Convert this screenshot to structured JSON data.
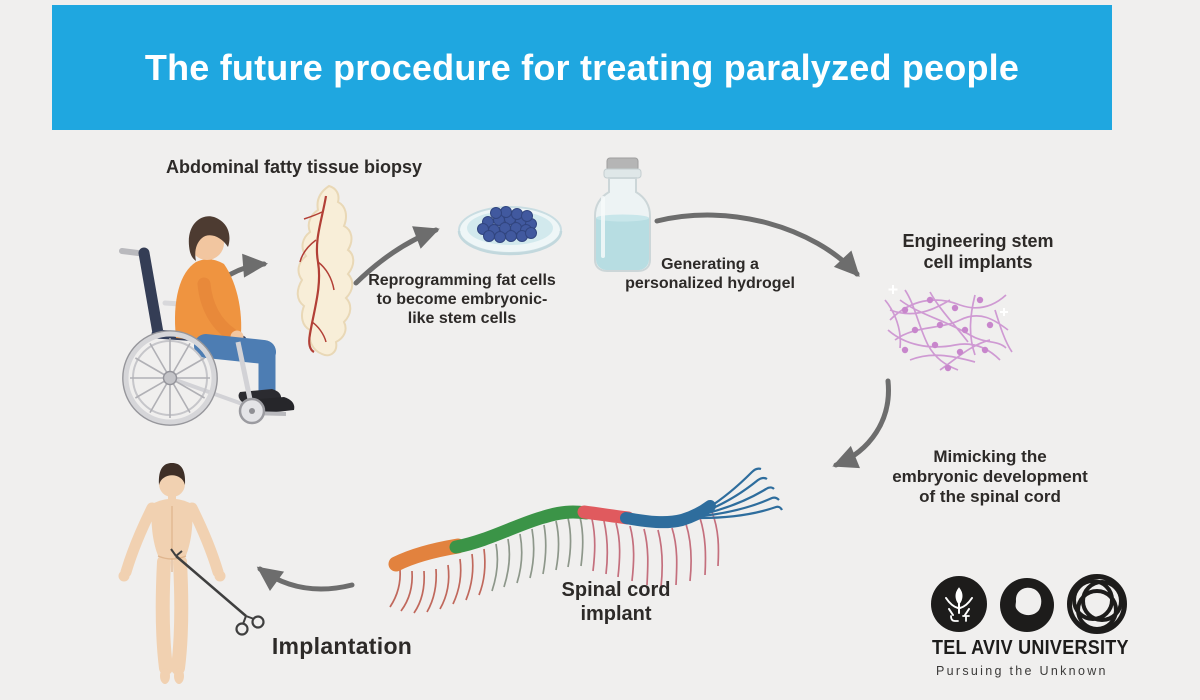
{
  "title": "The future procedure for treating paralyzed people",
  "steps": {
    "biopsy": "Abdominal fatty tissue biopsy",
    "reprogramming": "Reprogramming fat cells\nto become embryonic-\nlike stem cells",
    "hydrogel": "Generating a\npersonalized hydrogel",
    "engineering": "Engineering stem\ncell implants",
    "mimicking": "Mimicking the\nembryonic development\nof the spinal cord",
    "spinal_implant": "Spinal cord\nimplant",
    "implantation": "Implantation"
  },
  "logo": {
    "name": "TEL AVIV UNIVERSITY",
    "tagline": "Pursuing the Unknown"
  },
  "colors": {
    "banner_blue": "#1fa7e0",
    "background": "#f0efee",
    "text_dark": "#2d2a28",
    "arrow_gray": "#6d6d6d",
    "implant_orange": "#e2823e",
    "implant_green": "#3b9447",
    "implant_red": "#e05a5e",
    "implant_blue": "#2e6d9d",
    "stem_cell_pink": "#cf9ad3",
    "logo_black": "#1d1c1b"
  }
}
